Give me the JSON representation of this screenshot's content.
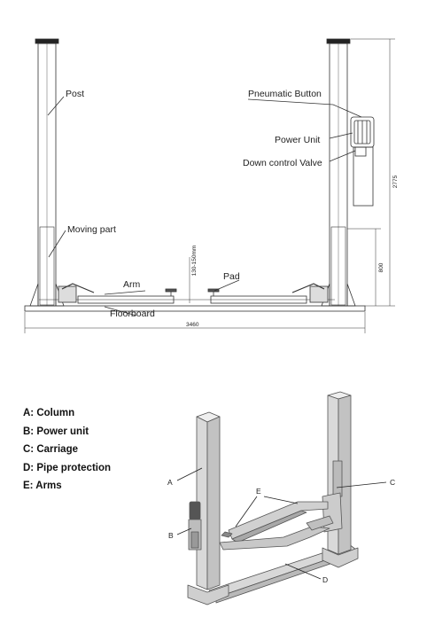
{
  "top_diagram": {
    "labels": {
      "post": "Post",
      "moving_part": "Moving part",
      "arm": "Arm",
      "floorboard": "Floorboard",
      "pad": "Pad",
      "pneumatic_button": "Pneumatic Button",
      "power_unit": "Power Unit",
      "down_control_valve": "Down control Valve"
    },
    "dimensions": {
      "width": "3460",
      "height": "2775",
      "moving_part_height": "800",
      "pad_height": "130-150mm"
    }
  },
  "legend": [
    "A: Column",
    "B: Power unit",
    "C: Carriage",
    "D: Pipe protection",
    "E: Arms"
  ],
  "bottom_diagram": {
    "callouts": {
      "a": "A",
      "b": "B",
      "c": "C",
      "d": "D",
      "e": "E"
    }
  }
}
